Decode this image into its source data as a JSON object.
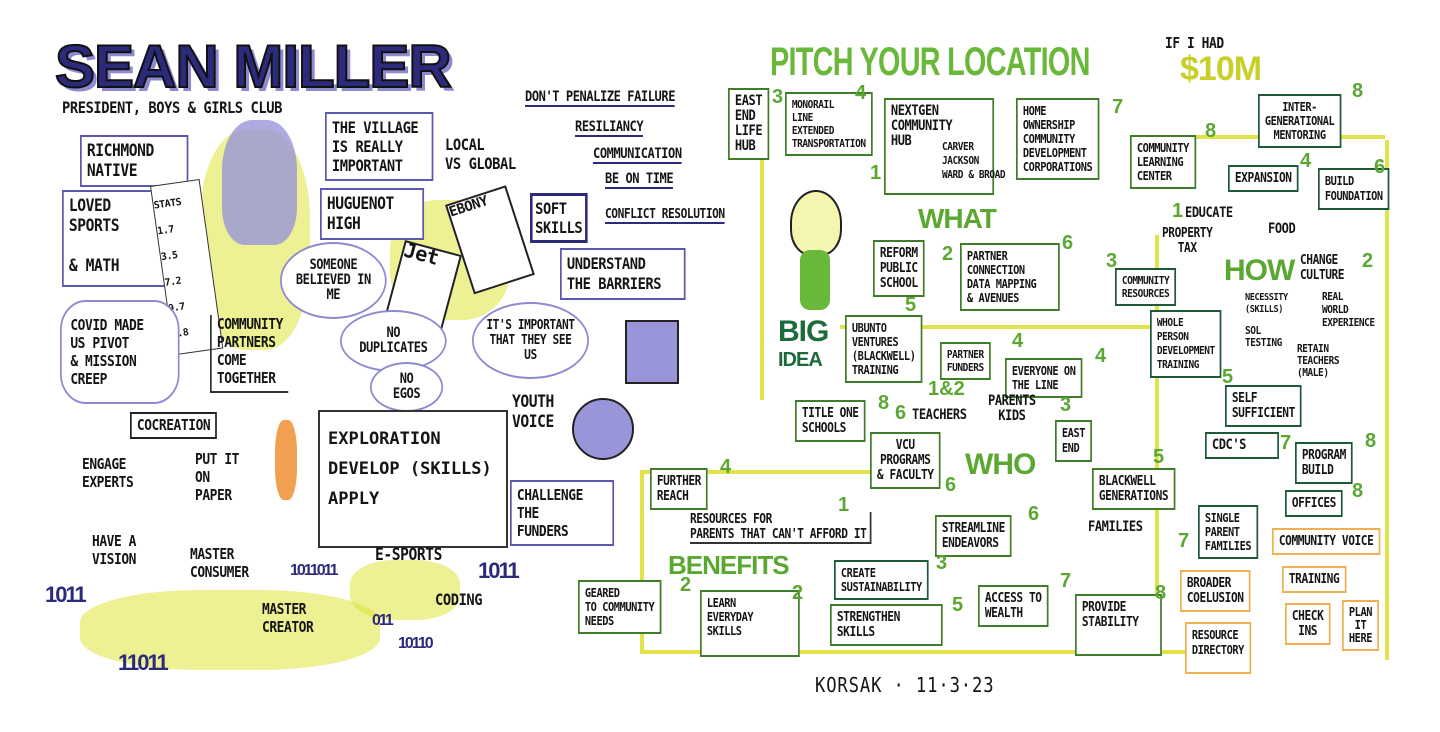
{
  "left": {
    "title": "SEAN MILLER",
    "subtitle": "PRESIDENT, BOYS & GIRLS CLUB",
    "richmond": "RICHMOND\nNATIVE",
    "sports": "LOVED\nSPORTS\n\n& MATH",
    "stats_header": "STATS",
    "stats": [
      "1.7",
      "3.5",
      "7.2",
      "9.7",
      "6.8"
    ],
    "village": "THE VILLAGE\nIS REALLY\nIMPORTANT",
    "huguenot": "HUGUENOT\nHIGH",
    "believed": "SOMEONE\nBELIEVED IN\nME",
    "local": "LOCAL\nVS GLOBAL",
    "penalize": "DON'T PENALIZE FAILURE",
    "resiliancy": "RESILIANCY",
    "communication": "COMMUNICATION",
    "on_time": "BE ON TIME",
    "conflict": "CONFLICT RESOLUTION",
    "soft_skills": "SOFT\nSKILLS",
    "ebony": "EBONY",
    "jet": "Jet",
    "barriers": "UNDERSTAND\nTHE BARRIERS",
    "see_us": "IT'S IMPORTANT\nTHAT THEY SEE\nUS",
    "covid": "COVID MADE\nUS PIVOT\n& MISSION\nCREEP",
    "partners": "COMMUNITY\nPARTNERS\nCOME\nTOGETHER",
    "duplicates": "NO\nDUPLICATES",
    "egos": "NO\nEGOS",
    "youth": "YOUTH\nVOICE",
    "cocreation": "COCREATION",
    "experts": "ENGAGE\nEXPERTS",
    "paper": "PUT IT\nON\nPAPER",
    "eda": [
      "EXPLORATION",
      "DEVELOP (SKILLS)",
      "APPLY"
    ],
    "funders": "CHALLENGE\nTHE\nFUNDERS",
    "vision": "HAVE A\nVISION",
    "consumer": "MASTER\nCONSUMER",
    "creator": "MASTER\nCREATOR",
    "esports": "E-SPORTS",
    "coding": "CODING",
    "binary": [
      "1011",
      "11011",
      "1011011",
      "011",
      "10110",
      "1011"
    ]
  },
  "right": {
    "title": "PITCH YOUR LOCATION",
    "if_had": "IF I HAD",
    "amount": "$10M",
    "what": "WHAT",
    "how": "HOW",
    "who": "WHO",
    "benefits": "BENEFITS",
    "big_idea": [
      "BIG",
      "IDEA"
    ],
    "what_items": [
      {
        "text": "EAST\nEND\nLIFE\nHUB",
        "num": "3"
      },
      {
        "text": "MONORAIL\nLINE\nEXTENDED\nTRANSPORTATION",
        "num": "4"
      },
      {
        "text": "NEXTGEN\nCOMMUNITY\nHUB",
        "num": "1"
      },
      {
        "text": "CARVER\nJACKSON\nWARD & BROAD",
        "num": ""
      },
      {
        "text": "HOME\nOWNERSHIP\nCOMMUNITY\nDEVELOPMENT\nCORPORATIONS",
        "num": "7"
      },
      {
        "text": "COMMUNITY\nLEARNING\nCENTER",
        "num": "8"
      },
      {
        "text": "INTER-\nGENERATIONAL\nMENTORING",
        "num": "8"
      },
      {
        "text": "EXPANSION",
        "num": "4"
      },
      {
        "text": "BUILD\nFOUNDATION",
        "num": "6"
      },
      {
        "text": "REFORM\nPUBLIC\nSCHOOL",
        "num": "2"
      },
      {
        "text": "PARTNER\nCONNECTION\nDATA MAPPING\n& AVENUES",
        "num": "6"
      },
      {
        "text": "UBUNTO\nVENTURES\n(BLACKWELL)\nTRAINING",
        "num": "5"
      }
    ],
    "how_items": [
      {
        "text": "EDUCATE",
        "num": "1"
      },
      {
        "text": "PROPERTY\nTAX",
        "num": ""
      },
      {
        "text": "FOOD",
        "num": ""
      },
      {
        "text": "CHANGE\nCULTURE",
        "num": "2"
      },
      {
        "text": "COMMUNITY\nRESOURCES",
        "num": "3"
      },
      {
        "text": "NECESSITY\n(SKILLS)",
        "num": ""
      },
      {
        "text": "REAL\nWORLD\nEXPERIENCE",
        "num": ""
      },
      {
        "text": "WHOLE\nPERSON\nDEVELOPMENT\nTRAINING",
        "num": ""
      },
      {
        "text": "SOL\nTESTING",
        "num": ""
      },
      {
        "text": "RETAIN\nTEACHERS\n(MALE)",
        "num": ""
      },
      {
        "text": "SELF\nSUFFICIENT",
        "num": "5"
      },
      {
        "text": "PARTNER\nFUNDERS",
        "num": "4"
      },
      {
        "text": "EVERYONE ON\nTHE LINE",
        "num": "4"
      },
      {
        "text": "",
        "num": "1&2"
      }
    ],
    "who_items": [
      {
        "text": "TITLE ONE\nSCHOOLS",
        "num": "8"
      },
      {
        "text": "TEACHERS",
        "num": "6"
      },
      {
        "text": "PARENTS\nKIDS",
        "num": "3"
      },
      {
        "text": "EAST\nEND",
        "num": ""
      },
      {
        "text": "VCU\nPROGRAMS\n& FACULTY",
        "num": "6"
      },
      {
        "text": "BLACKWELL\nGENERATIONS",
        "num": "5"
      },
      {
        "text": "CDC'S",
        "num": "7"
      },
      {
        "text": "PROGRAM\nBUILD",
        "num": "8"
      },
      {
        "text": "OFFICES",
        "num": "8"
      },
      {
        "text": "FAMILIES",
        "num": ""
      },
      {
        "text": "SINGLE\nPARENT\nFAMILIES",
        "num": "7"
      }
    ],
    "benefit_items": [
      {
        "text": "FURTHER\nREACH",
        "num": "4"
      },
      {
        "text": "RESOURCES FOR\nPARENTS THAT CAN'T AFFORD IT",
        "num": "1"
      },
      {
        "text": "STREAMLINE\nENDEAVORS",
        "num": "6"
      },
      {
        "text": "GEARED\nTO COMMUNITY\nNEEDS",
        "num": "2"
      },
      {
        "text": "LEARN\nEVERYDAY\nSKILLS",
        "num": "2"
      },
      {
        "text": "CREATE\nSUSTAINABILITY",
        "num": "3"
      },
      {
        "text": "STRENGTHEN\nSKILLS",
        "num": "5"
      },
      {
        "text": "ACCESS TO\nWEALTH",
        "num": "7"
      },
      {
        "text": "PROVIDE\nSTABILITY",
        "num": "8"
      }
    ],
    "plan_items": [
      "COMMUNITY VOICE",
      "TRAINING",
      "BROADER\nCOELUSION",
      "CHECK\nINS",
      "PLAN\nIT\nHERE",
      "RESOURCE\nDIRECTORY"
    ],
    "signature": "KORSAK · 11·3·23"
  },
  "colors": {
    "purple": "#2c2a7a",
    "lavender": "#8d8ad0",
    "yellow": "#dfe43a",
    "green": "#5aa832",
    "dark_green": "#1d5a3a",
    "orange": "#f0b050"
  }
}
